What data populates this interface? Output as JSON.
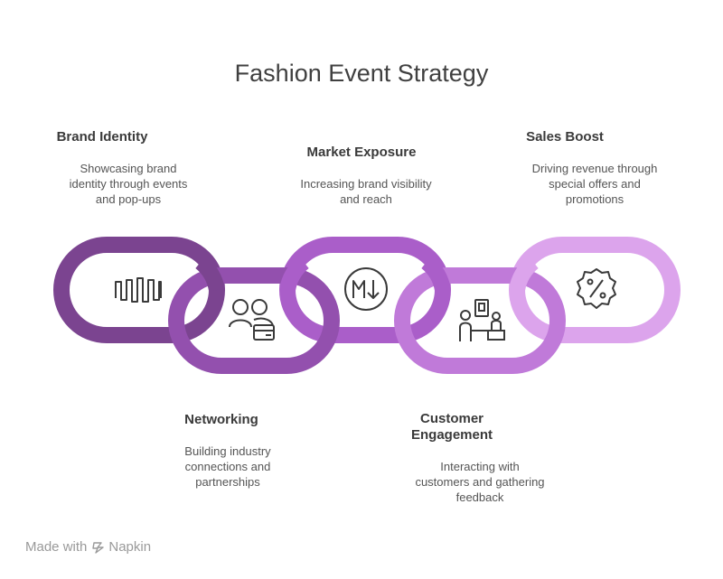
{
  "title": "Fashion Event Strategy",
  "colors": {
    "link1": "#7b4490",
    "link2": "#9350ae",
    "link3": "#aa5ec9",
    "link4": "#c07ad9",
    "link5": "#dca4ec",
    "icon": "#3a3a3a"
  },
  "steps": [
    {
      "label": "Brand Identity",
      "description": [
        "Showcasing brand",
        "identity through events",
        "and pop-ups"
      ],
      "icon": "waveform-icon"
    },
    {
      "label": "Networking",
      "description": [
        "Building industry",
        "connections and",
        "partnerships"
      ],
      "icon": "people-id-icon"
    },
    {
      "label": "Market Exposure",
      "description": [
        "Increasing brand visibility",
        "and reach"
      ],
      "icon": "markdown-icon"
    },
    {
      "label": [
        "Customer",
        "Engagement"
      ],
      "description": [
        "Interacting with",
        "customers and gathering",
        "feedback"
      ],
      "icon": "customer-desk-icon"
    },
    {
      "label": "Sales Boost",
      "description": [
        "Driving revenue through",
        "special offers and",
        "promotions"
      ],
      "icon": "percent-badge-icon"
    }
  ],
  "footer": {
    "made_with": "Made with",
    "brand": "Napkin"
  }
}
